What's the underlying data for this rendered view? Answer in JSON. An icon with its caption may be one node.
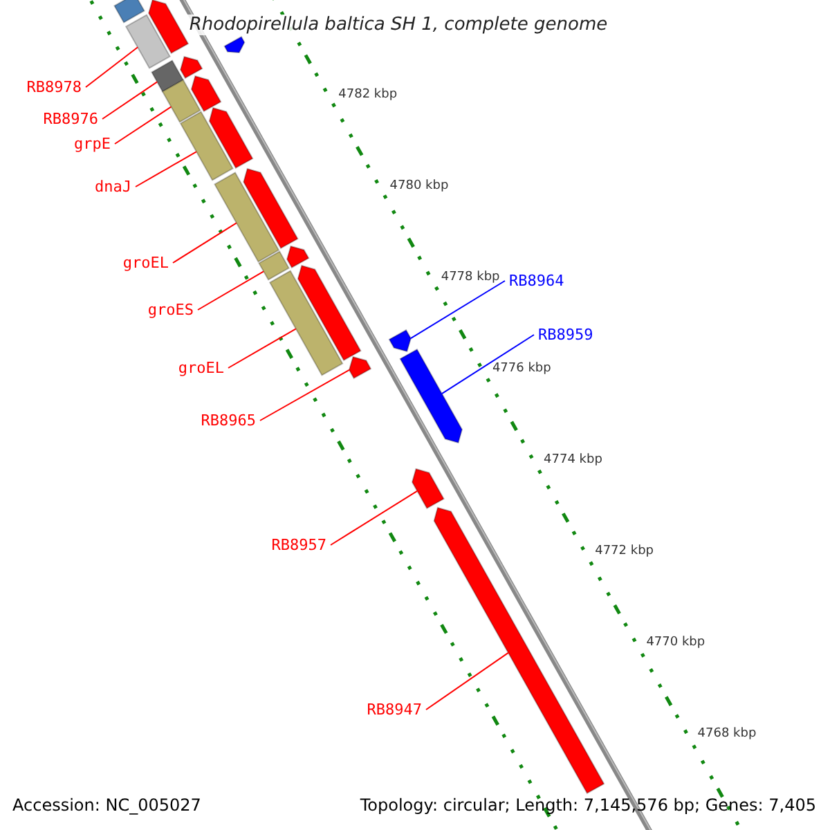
{
  "diagram": {
    "title": "Rhodopirellula baltica SH 1, complete genome",
    "nodes": [
      {
        "text": [
          "RB8978"
        ]
      },
      {
        "text": [
          "RB8976"
        ]
      },
      {
        "text": [
          "grpE"
        ]
      },
      {
        "text": [
          "dnaJ"
        ]
      },
      {
        "text": [
          "groEL"
        ]
      },
      {
        "text": [
          "RB8964"
        ]
      },
      {
        "text": [
          "groES"
        ]
      },
      {
        "text": [
          "RB8959"
        ]
      },
      {
        "text": [
          "groEL"
        ]
      },
      {
        "text": [
          "RB8965"
        ]
      },
      {
        "text": [
          "RB8957"
        ]
      },
      {
        "text": [
          "RB8947"
        ]
      },
      {
        "text": [],
        "shape": "bar"
      },
      {
        "text": [],
        "shape": "arrow"
      },
      {
        "text": [],
        "shape": "arrow"
      },
      {
        "text": [],
        "shape": "bar"
      },
      {
        "text": [],
        "shape": "arrow"
      },
      {
        "text": [],
        "shape": "bar"
      },
      {
        "text": [],
        "shape": "arrow"
      },
      {
        "text": [],
        "shape": "bar"
      },
      {
        "text": [],
        "shape": "bar"
      },
      {
        "text": [],
        "shape": "arrow"
      },
      {
        "text": [],
        "shape": "arrow"
      },
      {
        "text": [],
        "shape": "bar"
      },
      {
        "text": [],
        "shape": "arrow"
      },
      {
        "text": [],
        "shape": "bar"
      },
      {
        "text": [],
        "shape": "arrow"
      },
      {
        "text": [],
        "shape": "bar"
      },
      {
        "text": [],
        "shape": "arrow"
      },
      {
        "text": [],
        "shape": "arrow"
      },
      {
        "text": [],
        "shape": "arrow"
      },
      {
        "text": [],
        "shape": "arrow"
      },
      {
        "text": [],
        "shape": "arrow"
      }
    ],
    "edges": [
      {
        "from": 0,
        "to": 15,
        "arrow": "none"
      },
      {
        "from": 1,
        "to": 17,
        "arrow": "none"
      },
      {
        "from": 2,
        "to": 19,
        "arrow": "none"
      },
      {
        "from": 3,
        "to": 20,
        "arrow": "none"
      },
      {
        "from": 4,
        "to": 23,
        "arrow": "none"
      },
      {
        "from": 5,
        "to": 28,
        "arrow": "none",
        "color": "#0000ff"
      },
      {
        "from": 6,
        "to": 25,
        "arrow": "none"
      },
      {
        "from": 7,
        "to": 29,
        "arrow": "none",
        "color": "#0000ff"
      },
      {
        "from": 8,
        "to": 27,
        "arrow": "none"
      },
      {
        "from": 9,
        "to": 30,
        "arrow": "none"
      },
      {
        "from": 10,
        "to": 31,
        "arrow": "none"
      },
      {
        "from": 11,
        "to": 32,
        "arrow": "none"
      }
    ],
    "labels": [
      "4782 kbp",
      "4780 kbp",
      "4778 kbp",
      "4776 kbp",
      "4774 kbp",
      "4772 kbp",
      "4770 kbp",
      "4768 kbp",
      "Accession: NC_005027",
      "Topology: circular; Length: 7,145,576 bp; Genes: 7,405"
    ]
  }
}
